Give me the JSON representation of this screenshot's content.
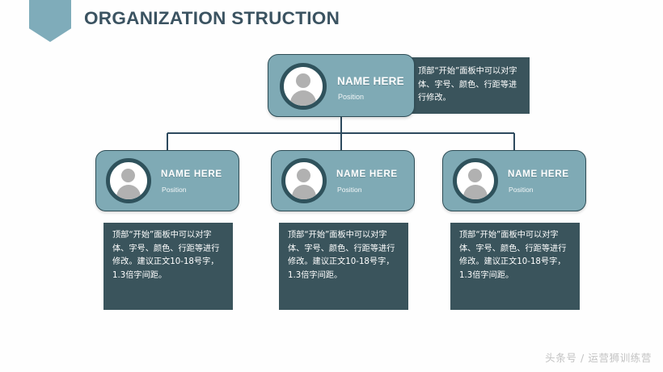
{
  "slide": {
    "title": "ORGANIZATION STRUCTION",
    "background_color": "#fefefe",
    "accent_color": "#7facba",
    "card_color": "#7faab5",
    "panel_color": "#3a545c",
    "border_color": "#2e4d56",
    "title_color": "#3b5361",
    "connector_color": "#2d4a5e"
  },
  "header": {
    "ribbon_name": "ribbon-banner",
    "title": "ORGANIZATION STRUCTION"
  },
  "org_chart": {
    "top_node": {
      "name": "NAME HERE",
      "position": "Position",
      "avatar_icon": "person-avatar-icon",
      "description": "顶部“开始”面板中可以对字体、字号、颜色、行距等进行修改。"
    },
    "children": [
      {
        "name": "NAME HERE",
        "position": "Position",
        "avatar_icon": "person-avatar-icon",
        "description": "顶部“开始”面板中可以对字体、字号、颜色、行距等进行修改。建议正文10-18号字，1.3倍字间距。"
      },
      {
        "name": "NAME HERE",
        "position": "Position",
        "avatar_icon": "person-avatar-icon",
        "description": "顶部“开始”面板中可以对字体、字号、颜色、行距等进行修改。建议正文10-18号字，1.3倍字间距。"
      },
      {
        "name": "NAME HERE",
        "position": "Position",
        "avatar_icon": "person-avatar-icon",
        "description": "顶部“开始”面板中可以对字体、字号、颜色、行距等进行修改。建议正文10-18号字，1.3倍字间距。"
      }
    ]
  },
  "footer": {
    "watermark": "头条号 / 运营狮训练营"
  }
}
